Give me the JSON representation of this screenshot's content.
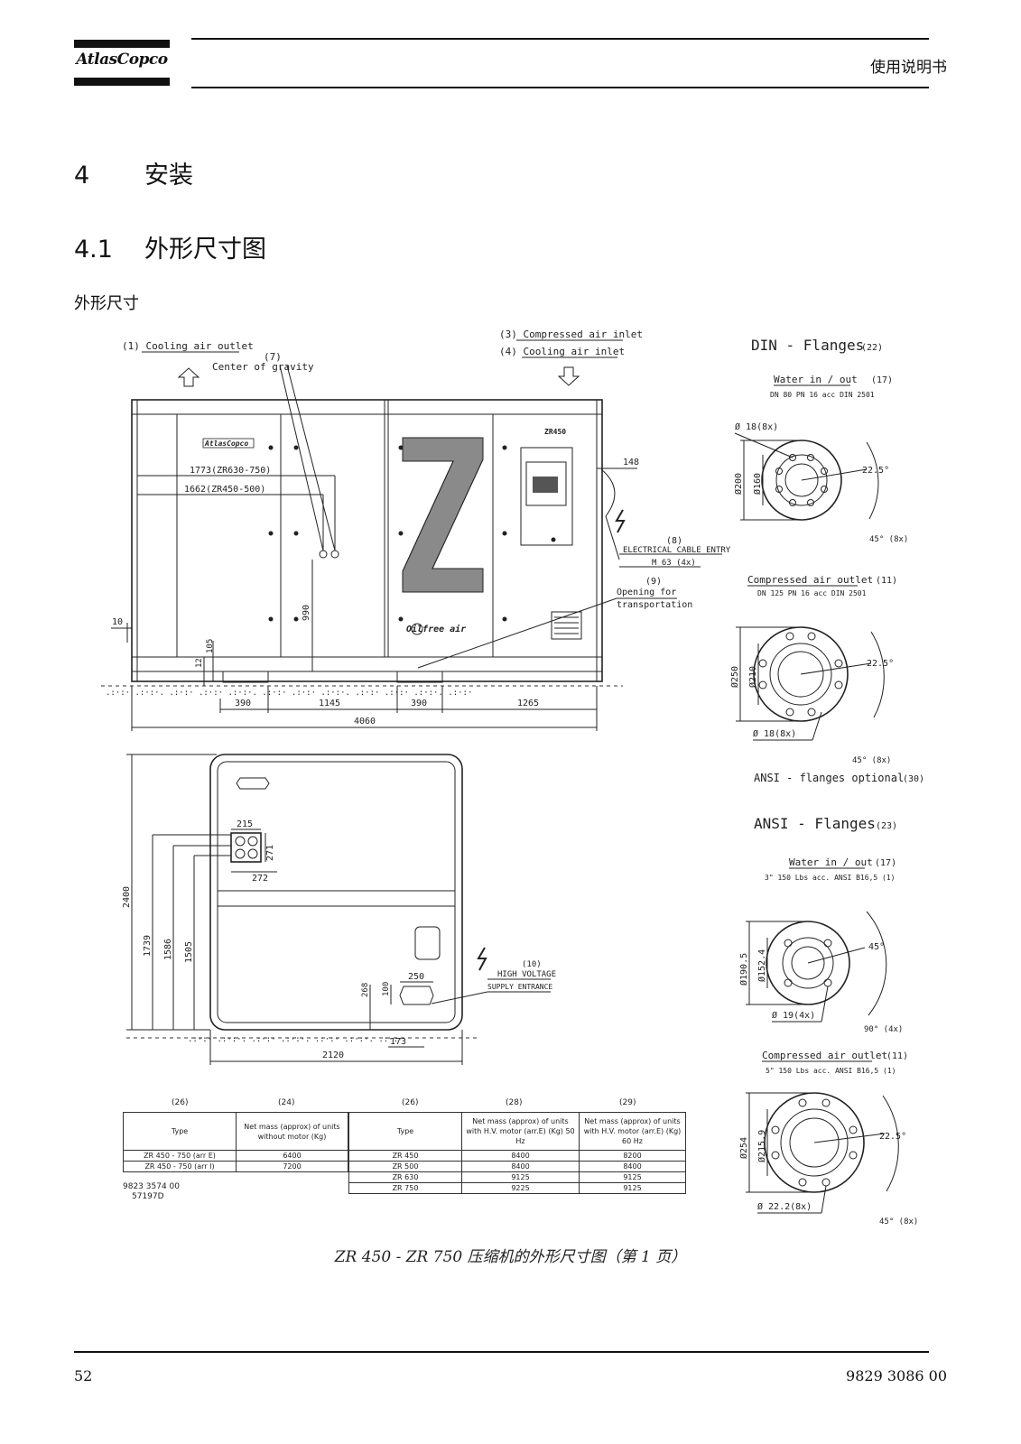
{
  "header": {
    "brand": "AtlasCopco",
    "doc_type": "使用说明书"
  },
  "section": {
    "num": "4",
    "title": "安装"
  },
  "subsection": {
    "num": "4.1",
    "title": "外形尺寸图"
  },
  "subheading": "外形尺寸",
  "drawing": {
    "labels": {
      "cooling_air_outlet": "(1)  Cooling air outlet",
      "center_of_gravity_num": "(7)",
      "center_of_gravity": "Center of gravity",
      "compressed_air_inlet": "(3)  Compressed air inlet",
      "cooling_air_inlet": "(4)   Cooling air inlet",
      "cable_entry_num": "(8)",
      "cable_entry": "ELECTRICAL CABLE ENTRY",
      "cable_entry_size": "M 63 (4x)",
      "opening_num": "(9)",
      "opening_for": "Opening for",
      "transportation": "transportation",
      "hv_num": "(10)",
      "hv_line1": "HIGH VOLTAGE",
      "hv_line2": "SUPPLY ENTRANCE",
      "brand_on_unit": "AtlasCopco",
      "model_on_unit": "ZR450",
      "oilfree": "Oilfree air"
    },
    "dimensions": {
      "d1773": "1773(ZR630-750)",
      "d1662": "1662(ZR450-500)",
      "d148": "148",
      "d990": "990",
      "d10": "10",
      "d105": "105",
      "d12": "12",
      "d390a": "390",
      "d1145": "1145",
      "d390b": "390",
      "d1265": "1265",
      "d4060": "4060",
      "d215": "215",
      "d271": "271",
      "d272": "272",
      "d2400": "2400",
      "d1739": "1739",
      "d1586": "1586",
      "d1505": "1505",
      "d268": "268",
      "d100": "100",
      "d250": "250",
      "d173": "173",
      "d2120": "2120"
    },
    "flanges": {
      "din_title": "DIN - Flanges",
      "din_num": "(22)",
      "din_water": "Water in / out",
      "din_water_num": "(17)",
      "din_water_spec": "DN 80 PN 16 acc  DIN 2501",
      "din_w_holes": "Ø 18(8x)",
      "din_w_d200": "Ø200",
      "din_w_d160": "Ø160",
      "din_w_angle": "22.5°",
      "din_w_angle2": "45° (8x)",
      "din_comp": "Compressed air outlet",
      "din_comp_num": "(11)",
      "din_comp_spec": "DN 125 PN 16 acc  DIN 2501",
      "din_c_d250": "Ø250",
      "din_c_d210": "Ø210",
      "din_c_angle": "22.5°",
      "din_c_holes": "Ø 18(8x)",
      "din_c_angle2": "45° (8x)",
      "ansi_optional": "ANSI - flanges optional",
      "ansi_optional_num": "(30)",
      "ansi_title": "ANSI - Flanges",
      "ansi_num": "(23)",
      "ansi_water": "Water in / out",
      "ansi_water_num": "(17)",
      "ansi_water_spec": "3\" 150 Lbs acc. ANSI B16,5 (1)",
      "ansi_w_d190": "Ø190.5",
      "ansi_w_d152": "Ø152.4",
      "ansi_w_angle": "45°",
      "ansi_w_holes": "Ø 19(4x)",
      "ansi_w_angle2": "90° (4x)",
      "ansi_comp": "Compressed air outlet",
      "ansi_comp_num": "(11)",
      "ansi_comp_spec": "5\" 150 Lbs acc. ANSI B16,5 (1)",
      "ansi_c_d254": "Ø254",
      "ansi_c_d215": "Ø215.9",
      "ansi_c_angle": "22.5°",
      "ansi_c_holes": "Ø 22.2(8x)",
      "ansi_c_angle2": "45° (8x)"
    }
  },
  "table": {
    "colnums": [
      "(26)",
      "(24)",
      "(26)",
      "(28)",
      "(29)"
    ],
    "left_header": [
      "Type",
      "Net mass (approx) of units without motor (Kg)"
    ],
    "left_rows": [
      [
        "ZR 450 - 750 (arr E)",
        "6400"
      ],
      [
        "ZR 450 - 750 (arr I)",
        "7200"
      ]
    ],
    "right_header": [
      "Type",
      "Net mass (approx) of units with H.V. motor (arr.E) (Kg) 50 Hz",
      "Net mass (approx) of units with H.V. motor (arr.E) (Kg) 60 Hz"
    ],
    "right_rows": [
      [
        "ZR 450",
        "8400",
        "8200"
      ],
      [
        "ZR 500",
        "8400",
        "8400"
      ],
      [
        "ZR 630",
        "9125",
        "9125"
      ],
      [
        "ZR 750",
        "9225",
        "9125"
      ]
    ],
    "drawing_no": "9823 3574 00",
    "drawing_rev": "57197D"
  },
  "caption": "ZR 450 - ZR 750 压缩机的外形尺寸图（第 1 页）",
  "footer": {
    "page": "52",
    "doc_number": "9829 3086 00"
  }
}
